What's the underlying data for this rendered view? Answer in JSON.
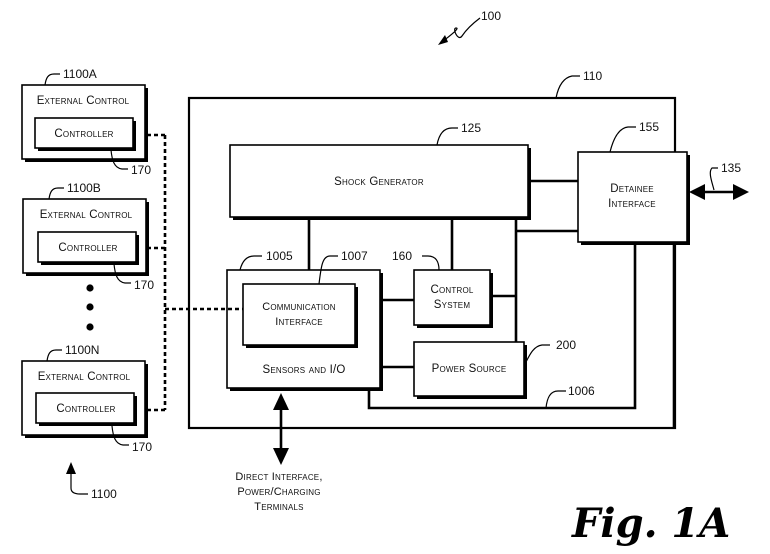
{
  "figure_label": "Fig. 1A",
  "system": {
    "ref": "100"
  },
  "main_unit": {
    "ref": "110",
    "blocks": {
      "shock_generator": {
        "ref": "125",
        "label": "Shock Generator"
      },
      "detainee_interface": {
        "ref": "155",
        "label_line1": "Detainee",
        "label_line2": "Interface"
      },
      "detainee_link": {
        "ref": "135"
      },
      "sensors_io": {
        "ref": "1005",
        "label": "Sensors and I/O"
      },
      "communication_interface": {
        "ref": "1007",
        "label_line1": "Communication",
        "label_line2": "Interface"
      },
      "control_system": {
        "ref": "160",
        "label_line1": "Control",
        "label_line2": "System"
      },
      "power_source": {
        "ref": "200",
        "label": "Power Source"
      },
      "power_bus": {
        "ref": "1006"
      }
    }
  },
  "external_controls": {
    "group_ref": "1100",
    "units": [
      {
        "ref": "1100A",
        "title": "External Control",
        "controller_label": "Controller",
        "controller_ref": "170"
      },
      {
        "ref": "1100B",
        "title": "External Control",
        "controller_label": "Controller",
        "controller_ref": "170"
      },
      {
        "ref": "1100N",
        "title": "External Control",
        "controller_label": "Controller",
        "controller_ref": "170"
      }
    ]
  },
  "direct_interface": {
    "label_line1": "Direct Interface,",
    "label_line2": "Power/Charging",
    "label_line3": "Terminals"
  }
}
